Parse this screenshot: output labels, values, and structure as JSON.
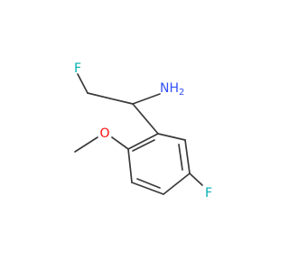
{
  "molecule": {
    "atoms": {
      "f_fluoromethyl": {
        "symbol": "F",
        "color": "#00b0b0"
      },
      "n_amine": {
        "symbol": "NH",
        "subscript": "2",
        "color": "#3050f8"
      },
      "o_methoxy": {
        "symbol": "O",
        "color": "#ff0d0d"
      },
      "f_ring": {
        "symbol": "F",
        "color": "#00b0b0"
      }
    },
    "bond_color": "#3a3a3a"
  }
}
